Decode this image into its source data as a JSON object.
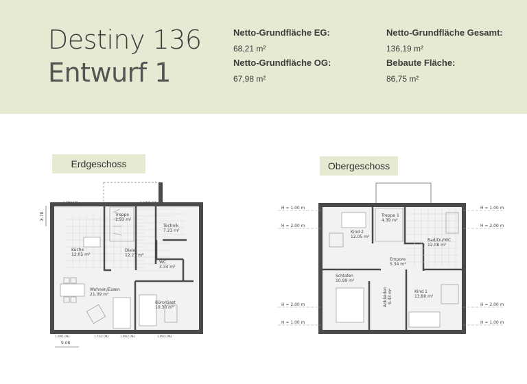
{
  "header": {
    "title": "Destiny 136",
    "subtitle": "Entwurf 1"
  },
  "areas": [
    {
      "label": "Netto-Grundfläche EG:",
      "value": "68,21 m²"
    },
    {
      "label": "Netto-Grundfläche OG:",
      "value": "67,98 m²"
    },
    {
      "label": "Netto-Grundfläche Gesamt:",
      "value": "136,19 m²"
    },
    {
      "label": "Bebaute Fläche:",
      "value": "86,75 m²"
    }
  ],
  "floors": {
    "eg": {
      "label": "Erdgeschoss",
      "rooms": [
        {
          "name": "Treppe",
          "area": "1.93 m²"
        },
        {
          "name": "Technik",
          "area": "7.23 m²"
        },
        {
          "name": "Küche",
          "area": "12.05 m²"
        },
        {
          "name": "Diele",
          "area": "12.27 m²"
        },
        {
          "name": "WC",
          "area": "3.34 m²"
        },
        {
          "name": "Wohnen/Essen",
          "area": "21.09 m²"
        },
        {
          "name": "Büro/Gast",
          "area": "10.30 m²"
        }
      ],
      "dims": {
        "width": "9.08",
        "depth": "8.78",
        "win_top": "1.75/0.575",
        "door": "1.135/2.215",
        "b1": "1.09/1.092",
        "b2": "1.75/2.092",
        "b3": "1.09/2.092",
        "b4": "1.09/2.092"
      }
    },
    "og": {
      "label": "Obergeschoss",
      "rooms": [
        {
          "name": "Treppe 1",
          "area": "4.39 m²"
        },
        {
          "name": "Kind 2",
          "area": "12.05 m²"
        },
        {
          "name": "Bad/Du/WC",
          "area": "12.08 m²"
        },
        {
          "name": "Empore",
          "area": "5.34 m²"
        },
        {
          "name": "Schlafen",
          "area": "10.99 m²"
        },
        {
          "name": "Ankleiden",
          "area": "9.33 m²"
        },
        {
          "name": "Kind 1",
          "area": "13.80 m²"
        }
      ],
      "heights": [
        "H = 1.00 m",
        "H = 2.00 m"
      ]
    }
  }
}
